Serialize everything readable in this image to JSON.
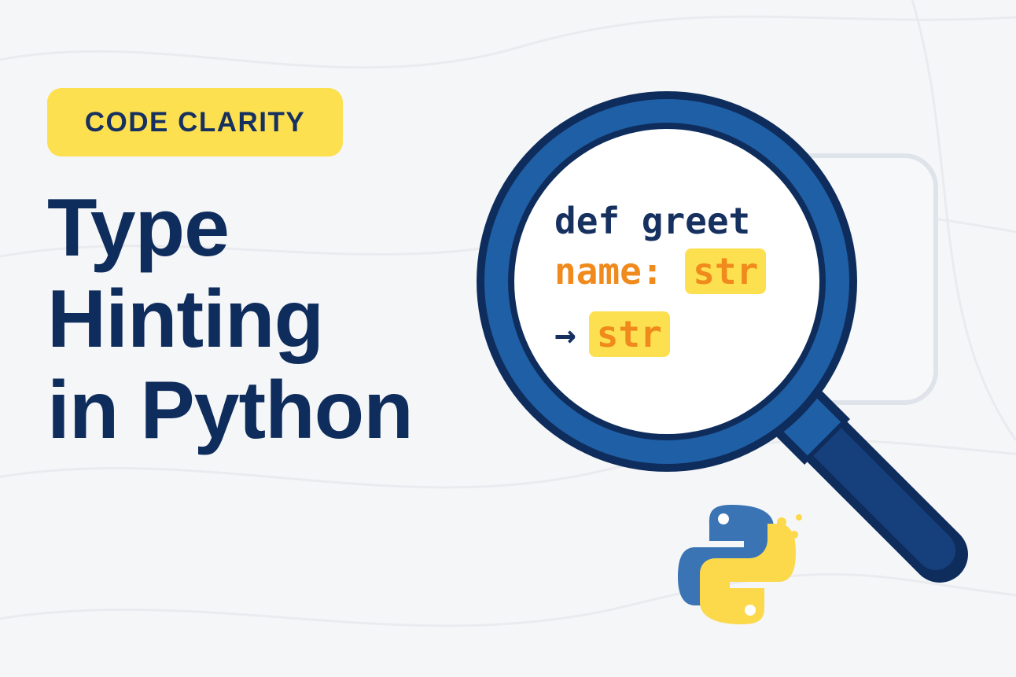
{
  "badge": {
    "label": "CODE CLARITY"
  },
  "title": {
    "line1": "Type",
    "line2": "Hinting",
    "line3": "in Python"
  },
  "code": {
    "line1": "def greet",
    "line2_param": "name:",
    "line2_type": "str",
    "line3_arrow": "→",
    "line3_type": "str"
  },
  "colors": {
    "navy": "#0f2d5c",
    "blue": "#1f5fa6",
    "yellow": "#fde04f",
    "orange": "#f08a1c",
    "background": "#f5f6f8"
  },
  "icons": [
    "magnifying-glass-icon",
    "python-logo-icon"
  ]
}
